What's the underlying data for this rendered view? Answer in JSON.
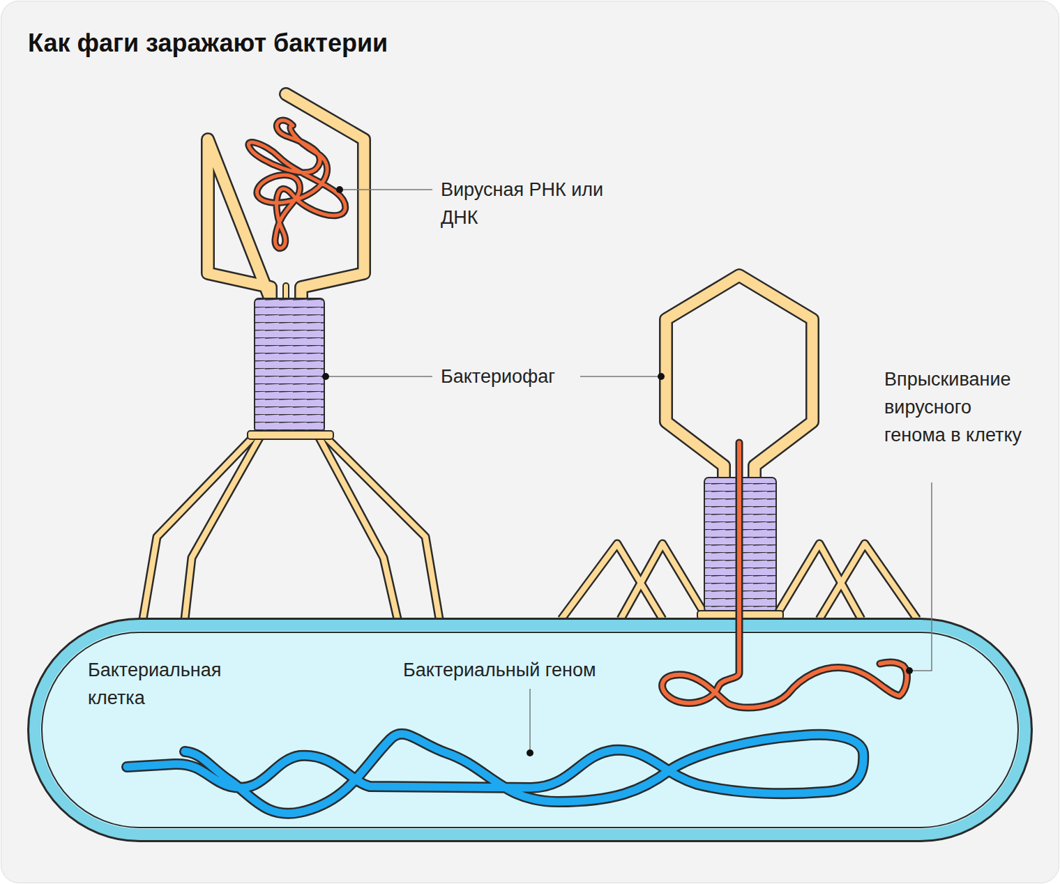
{
  "diagram": {
    "title": "Как фаги заражают бактерии",
    "nodes": [
      {
        "text": [
          "Бактериальная клетка",
          "Бактериальный геном"
        ]
      }
    ],
    "labels": [
      "Вирусная РНК или ДНК",
      "Бактериофаг",
      "Впрыскивание вирусного генома в клетку"
    ]
  }
}
